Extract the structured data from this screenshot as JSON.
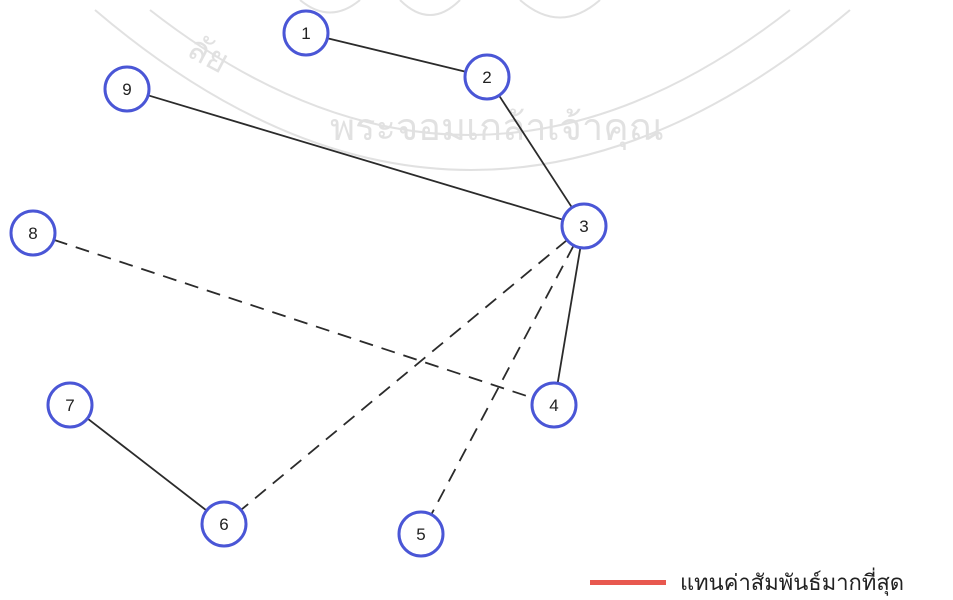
{
  "nodes": [
    {
      "id": "1",
      "label": "1"
    },
    {
      "id": "2",
      "label": "2"
    },
    {
      "id": "3",
      "label": "3"
    },
    {
      "id": "4",
      "label": "4"
    },
    {
      "id": "5",
      "label": "5"
    },
    {
      "id": "6",
      "label": "6"
    },
    {
      "id": "7",
      "label": "7"
    },
    {
      "id": "8",
      "label": "8"
    },
    {
      "id": "9",
      "label": "9"
    }
  ],
  "edges": [
    {
      "from": "1",
      "to": "2",
      "style": "solid"
    },
    {
      "from": "2",
      "to": "3",
      "style": "solid"
    },
    {
      "from": "9",
      "to": "3",
      "style": "solid"
    },
    {
      "from": "3",
      "to": "4",
      "style": "solid"
    },
    {
      "from": "7",
      "to": "6",
      "style": "solid"
    },
    {
      "from": "8",
      "to": "4",
      "style": "dashed"
    },
    {
      "from": "3",
      "to": "6",
      "style": "dashed"
    },
    {
      "from": "3",
      "to": "5",
      "style": "dashed"
    }
  ],
  "legend": {
    "label": "แทนค่าสัมพันธ์มากที่สุด",
    "color": "#e8584f"
  },
  "colors": {
    "node_stroke": "#4a56d6",
    "edge": "#2b2b2b",
    "watermark": "#bdbdbd"
  },
  "watermark": {
    "text": "ลัยพระจอมเกล้าเจ้าคุณทหาร"
  }
}
